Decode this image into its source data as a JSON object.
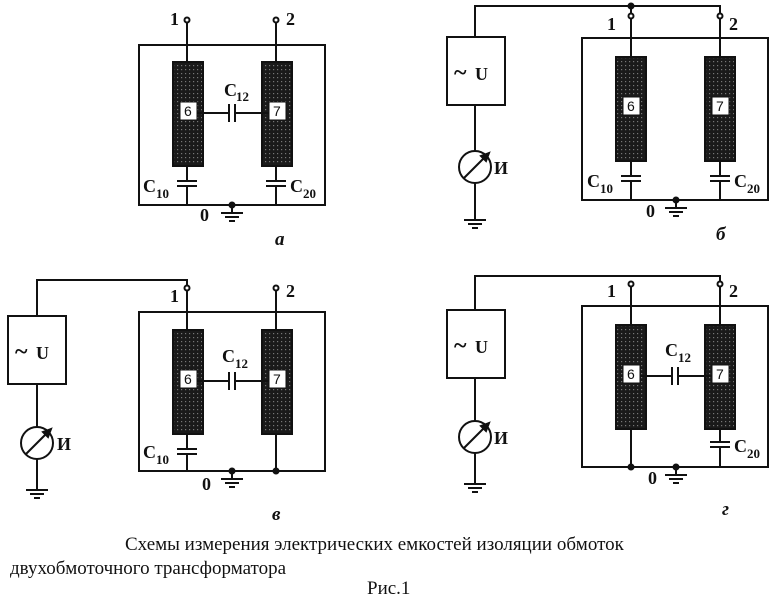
{
  "terminals": {
    "t1": "1",
    "t2": "2"
  },
  "ground_label": "0",
  "winding_labels": {
    "w1": "6",
    "w2": "7"
  },
  "capacitors": {
    "c10": {
      "main": "C",
      "sub": "10"
    },
    "c20": {
      "main": "C",
      "sub": "20"
    },
    "c12": {
      "main": "C",
      "sub": "12"
    }
  },
  "source_label": "U",
  "source_glyph": "~",
  "meter_label": "И",
  "panels": {
    "a": "а",
    "b": "б",
    "v": "в",
    "g": "г"
  },
  "caption": {
    "line1": "Схемы измерения электрических емкостей изоляции обмоток",
    "line2": "двухобмоточного трансформатора",
    "figure": "Рис.1"
  }
}
